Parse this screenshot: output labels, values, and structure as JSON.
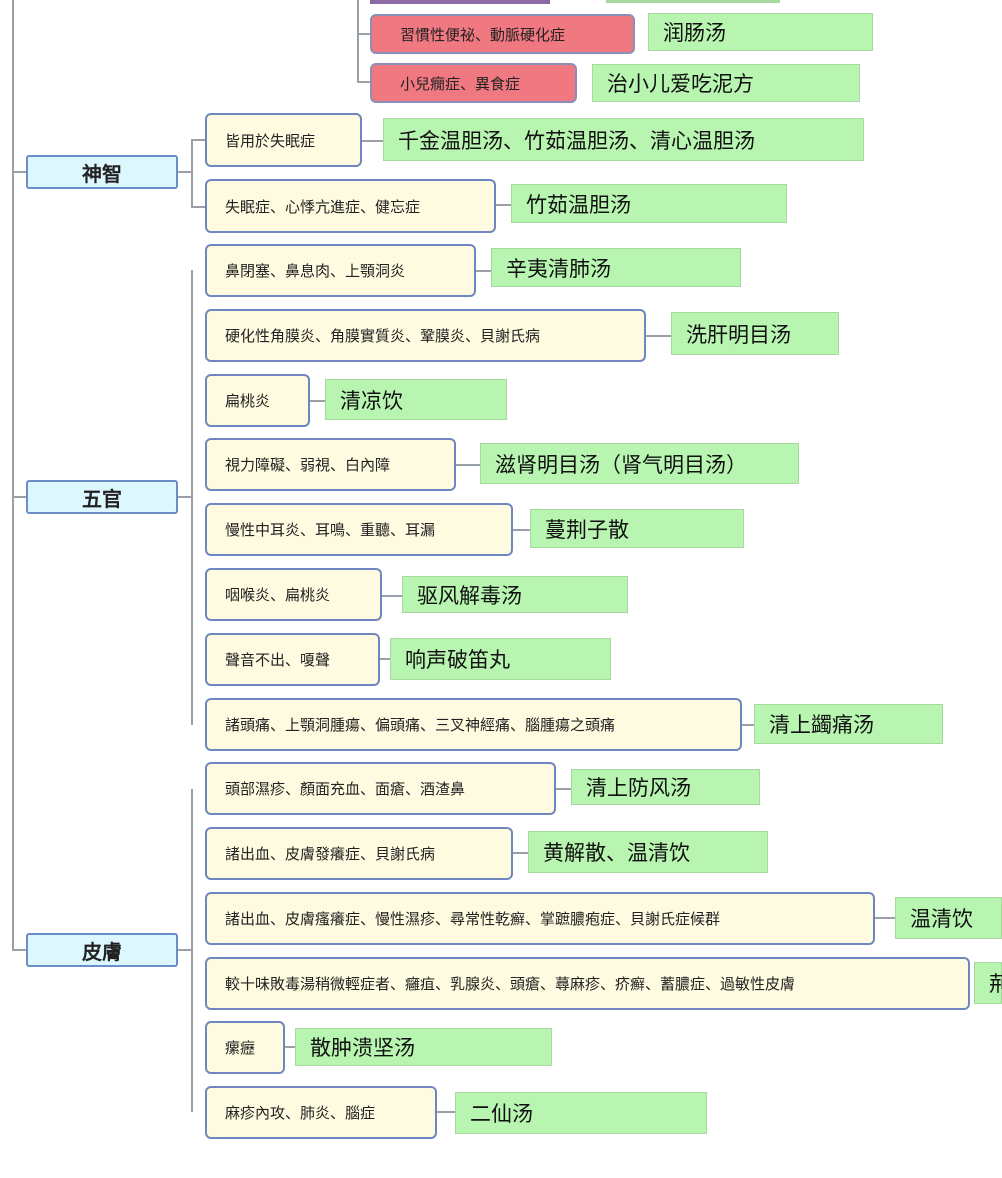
{
  "categories": [
    {
      "id": "shenzhi",
      "label": "神智"
    },
    {
      "id": "wuguan",
      "label": "五官"
    },
    {
      "id": "pifu",
      "label": "皮膚"
    }
  ],
  "rows": [
    {
      "symptom": "習慣性便祕、動脈硬化症",
      "formula": "润肠汤",
      "highlight": "red"
    },
    {
      "symptom": "小兒癇症、異食症",
      "formula": "治小儿爱吃泥方",
      "highlight": "red"
    },
    {
      "symptom": "皆用於失眠症",
      "formula": "千金温胆汤、竹茹温胆汤、清心温胆汤"
    },
    {
      "symptom": "失眠症、心悸亢進症、健忘症",
      "formula": "竹茹温胆汤"
    },
    {
      "symptom": "鼻閉塞、鼻息肉、上顎洞炎",
      "formula": "辛夷清肺汤"
    },
    {
      "symptom": "硬化性角膜炎、角膜實質炎、鞏膜炎、貝謝氏病",
      "formula": "洗肝明目汤"
    },
    {
      "symptom": "扁桃炎",
      "formula": "清凉饮"
    },
    {
      "symptom": "視力障礙、弱視、白內障",
      "formula": "滋肾明目汤（肾气明目汤）"
    },
    {
      "symptom": "慢性中耳炎、耳鳴、重聽、耳漏",
      "formula": "蔓荆子散"
    },
    {
      "symptom": "咽喉炎、扁桃炎",
      "formula": "驱风解毒汤"
    },
    {
      "symptom": "聲音不出、嗄聲",
      "formula": "响声破笛丸"
    },
    {
      "symptom": "諸頭痛、上顎洞腫瘍、偏頭痛、三叉神經痛、腦腫瘍之頭痛",
      "formula": "清上蠲痛汤"
    },
    {
      "symptom": "頭部濕疹、顏面充血、面瘡、酒渣鼻",
      "formula": "清上防风汤"
    },
    {
      "symptom": "諸出血、皮膚發癢症、貝謝氏病",
      "formula": "黄解散、温清饮"
    },
    {
      "symptom": "諸出血、皮膚瘙癢症、慢性濕疹、尋常性乾癬、掌蹠膿疱症、貝謝氏症候群",
      "formula": "温清饮"
    },
    {
      "symptom": "較十味敗毒湯稍微輕症者、癰疽、乳腺炎、頭瘡、蕁麻疹、疥癬、蓄膿症、過敏性皮膚",
      "formula": "荊"
    },
    {
      "symptom": "瘰癧",
      "formula": "散肿溃坚汤"
    },
    {
      "symptom": "麻疹內攻、肺炎、腦症",
      "formula": "二仙汤"
    }
  ]
}
